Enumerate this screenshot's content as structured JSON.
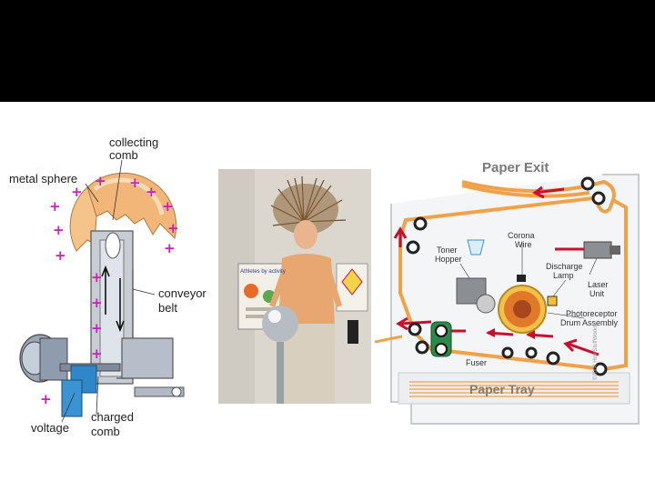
{
  "generator": {
    "labels": {
      "collecting_comb": [
        "collecting",
        "comb"
      ],
      "metal_sphere": "metal sphere",
      "conveyor_belt": [
        "conveyor",
        "belt"
      ],
      "voltage": "voltage",
      "charged_comb": [
        "charged",
        "comb"
      ]
    },
    "charge_symbol": "+"
  },
  "photo": {
    "poster_text": "Athletes by activity"
  },
  "printer": {
    "labels": {
      "paper_exit": "Paper Exit",
      "corona_wire": [
        "Corona",
        "Wire"
      ],
      "toner_hopper": [
        "Toner",
        "Hopper"
      ],
      "discharge_lamp": [
        "Discharge",
        "Lamp"
      ],
      "laser_unit": [
        "Laser",
        "Unit"
      ],
      "photoreceptor": [
        "Photoreceptor",
        "Drum Assembly"
      ],
      "fuser": "Fuser",
      "paper_tray": "Paper Tray",
      "copyright": "©2004 HowStuffWorks"
    },
    "colors": {
      "paper_path": "#f0a24a",
      "arrow": "#c8102e",
      "drum": "#e07a2a"
    }
  }
}
